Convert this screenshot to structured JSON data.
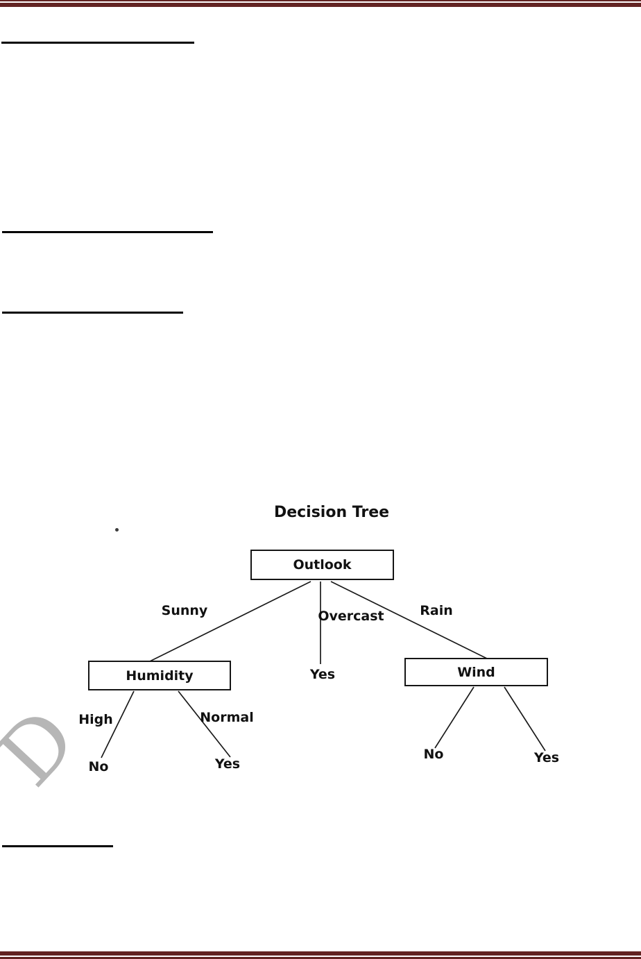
{
  "page": {
    "watermark_letter": "D",
    "stray_mark": "."
  },
  "colors": {
    "page_border": "#632423",
    "underline": "#000000",
    "watermark": "#b6b6b6",
    "diagram_ink": "#151515"
  },
  "diagram": {
    "title": "Decision Tree",
    "type": "decision-tree",
    "nodes": {
      "root": "Outlook",
      "left_child": "Humidity",
      "right_child": "Wind"
    },
    "edges": {
      "root_left": "Sunny",
      "root_middle": "Overcast",
      "root_right": "Rain",
      "humidity_left": "High",
      "humidity_right": "Normal"
    },
    "leaves": {
      "overcast_result": "Yes",
      "humidity_high_result": "No",
      "humidity_normal_result": "Yes",
      "wind_left_result": "No",
      "wind_right_result": "Yes"
    }
  }
}
